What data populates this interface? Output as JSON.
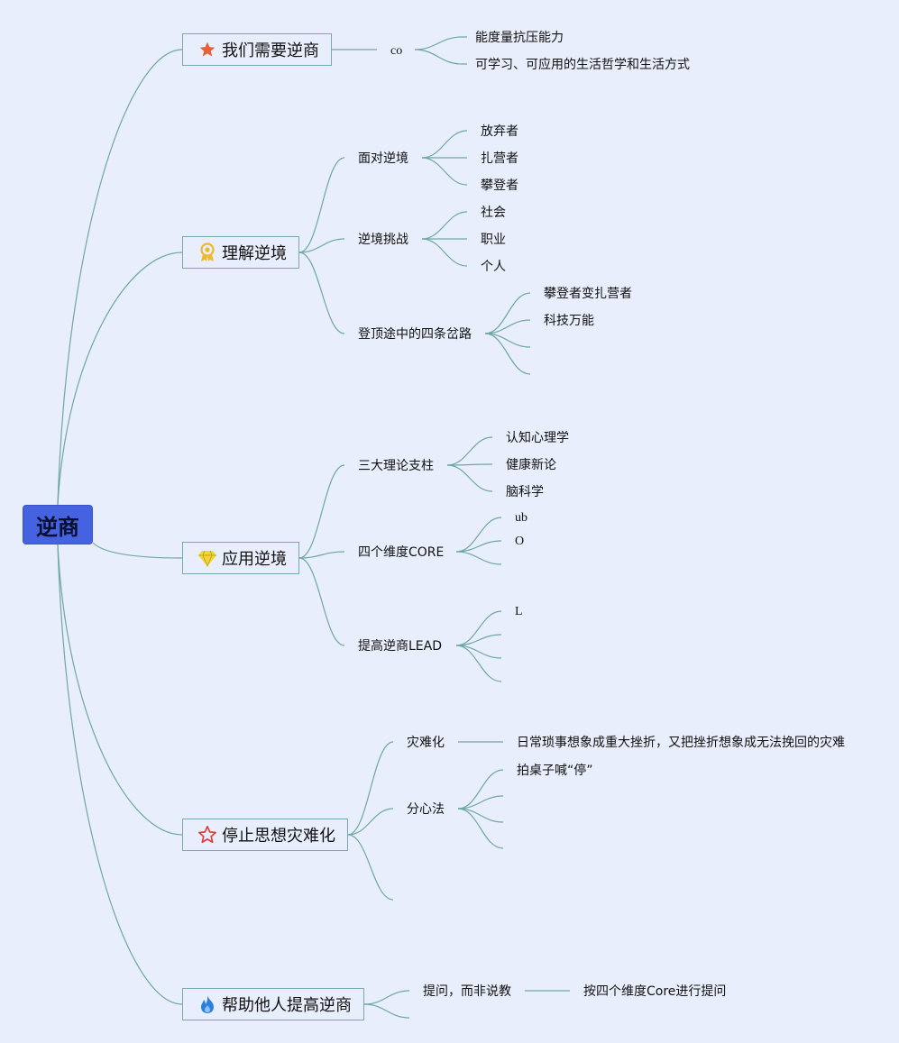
{
  "root": {
    "label": "逆商"
  },
  "branches": [
    {
      "label": "我们需要逆商",
      "icon": "star-filled-icon",
      "children": [
        {
          "label": "co",
          "children": [
            {
              "label": "能度量抗压能力"
            },
            {
              "label": "可学习、可应用的生活哲学和生活方式"
            }
          ]
        }
      ]
    },
    {
      "label": "理解逆境",
      "icon": "medal-icon",
      "children": [
        {
          "label": "面对逆境",
          "children": [
            {
              "label": "放弃者"
            },
            {
              "label": "扎营者"
            },
            {
              "label": "攀登者"
            }
          ]
        },
        {
          "label": "逆境挑战",
          "children": [
            {
              "label": "社会"
            },
            {
              "label": "职业"
            },
            {
              "label": "个人"
            }
          ]
        },
        {
          "label": "登顶途中的四条岔路",
          "children": [
            {
              "label": "攀登者变扎营者"
            },
            {
              "label": "科技万能"
            },
            {
              "label": ""
            },
            {
              "label": ""
            }
          ]
        }
      ]
    },
    {
      "label": "应用逆境",
      "icon": "diamond-icon",
      "children": [
        {
          "label": "三大理论支柱",
          "children": [
            {
              "label": "认知心理学"
            },
            {
              "label": "健康新论"
            },
            {
              "label": "脑科学"
            }
          ]
        },
        {
          "label": "四个维度CORE",
          "children": [
            {
              "label": "ub"
            },
            {
              "label": "O"
            },
            {
              "label": ""
            }
          ]
        },
        {
          "label": "提高逆商LEAD",
          "children": [
            {
              "label": "L"
            },
            {
              "label": ""
            },
            {
              "label": ""
            },
            {
              "label": ""
            }
          ]
        }
      ]
    },
    {
      "label": "停止思想灾难化",
      "icon": "star-outline-icon",
      "children": [
        {
          "label": "灾难化",
          "children": [
            {
              "label": "日常琐事想象成重大挫折，又把挫折想象成无法挽回的灾难"
            }
          ]
        },
        {
          "label": "分心法",
          "children": [
            {
              "label": "拍桌子喊“停”"
            },
            {
              "label": ""
            },
            {
              "label": ""
            },
            {
              "label": ""
            }
          ]
        },
        {
          "label": "",
          "children": []
        }
      ]
    },
    {
      "label": "帮助他人提高逆商",
      "icon": "flame-icon",
      "children": [
        {
          "label": "提问，而非说教",
          "children": [
            {
              "label": "按四个维度Core进行提问"
            }
          ]
        },
        {
          "label": "",
          "children": []
        }
      ]
    }
  ],
  "colors": {
    "background": "#e8eefb",
    "root_fill": "#4563e0",
    "link_stroke": "#6ea8a0",
    "node_border": "#7aa8b0",
    "star_filled": "#e8603a",
    "medal": "#f0b82a",
    "diamond": "#f2d43a",
    "star_outline": "#e03a3a",
    "flame": "#2a7fe0"
  }
}
